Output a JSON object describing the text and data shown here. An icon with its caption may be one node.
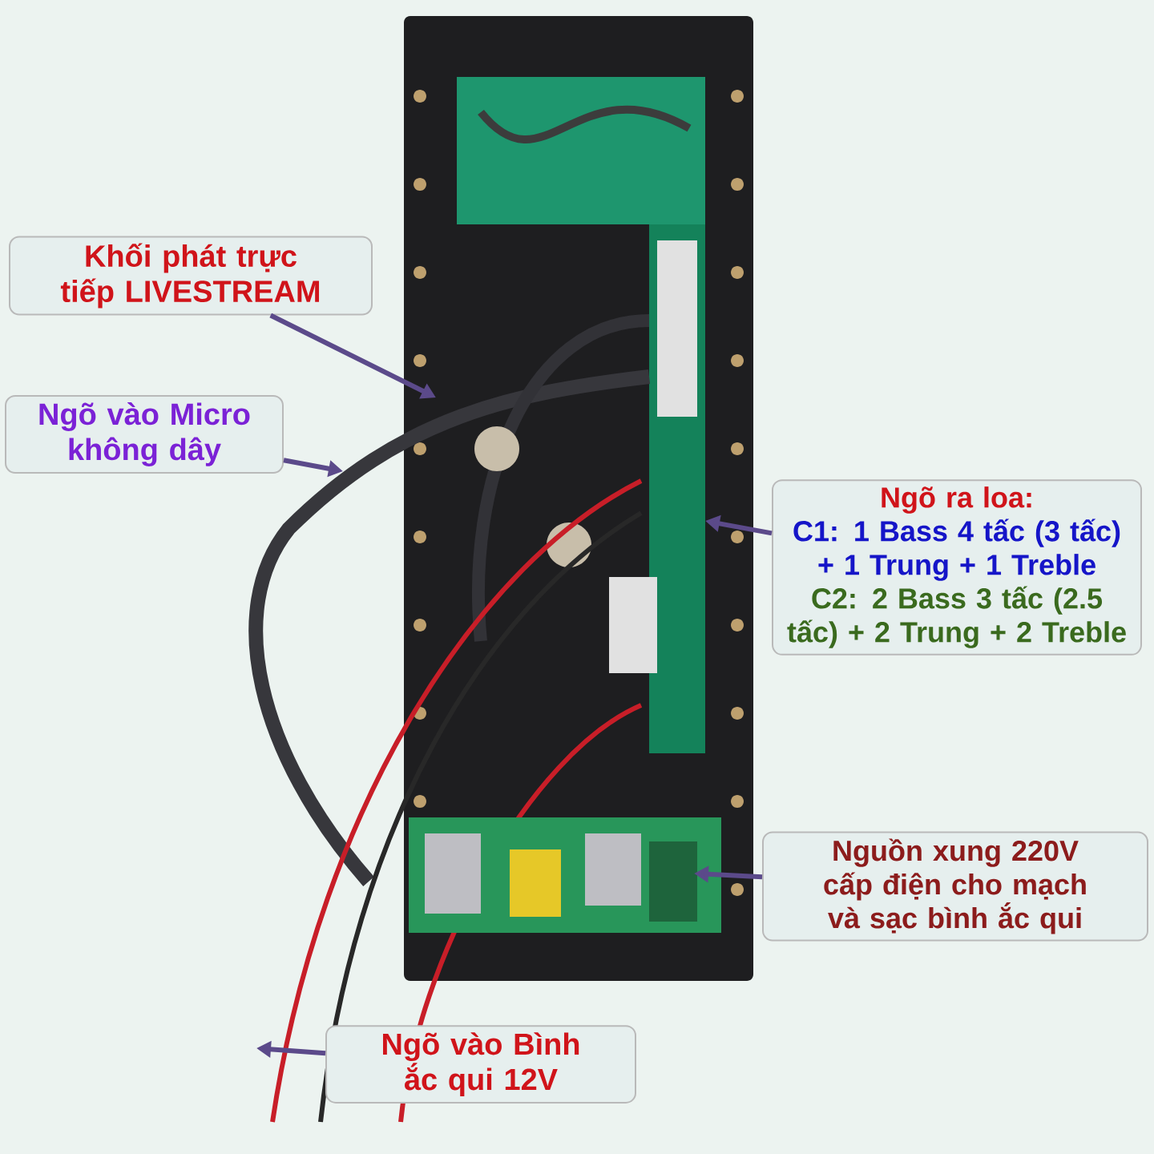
{
  "diagram": {
    "nodes": [
      {
        "text": [
          "Khối phát trực tiếp LIVESTREAM"
        ]
      },
      {
        "text": [
          "Ngõ vào Micro không dây"
        ]
      },
      {
        "text": [
          "Ngõ ra loa:",
          "C1: 1 Bass 4 tấc (3 tấc) + 1 Trung + 1 Treble",
          "C2: 2 Bass 3 tấc (2.5 tấc) + 2 Trung + 2 Treble"
        ]
      },
      {
        "text": [
          "Nguồn xung 220V cấp điện cho mạch và sạc bình ắc qui"
        ]
      },
      {
        "text": [
          "Ngõ vào Bình ắc qui 12V"
        ]
      }
    ],
    "edges": [
      {
        "from": 0,
        "to": null,
        "arrow": "to"
      },
      {
        "from": 1,
        "to": null,
        "arrow": "to"
      },
      {
        "from": 2,
        "to": null,
        "arrow": "to"
      },
      {
        "from": 3,
        "to": null,
        "arrow": "to"
      },
      {
        "from": 4,
        "to": null,
        "arrow": "to"
      }
    ]
  }
}
